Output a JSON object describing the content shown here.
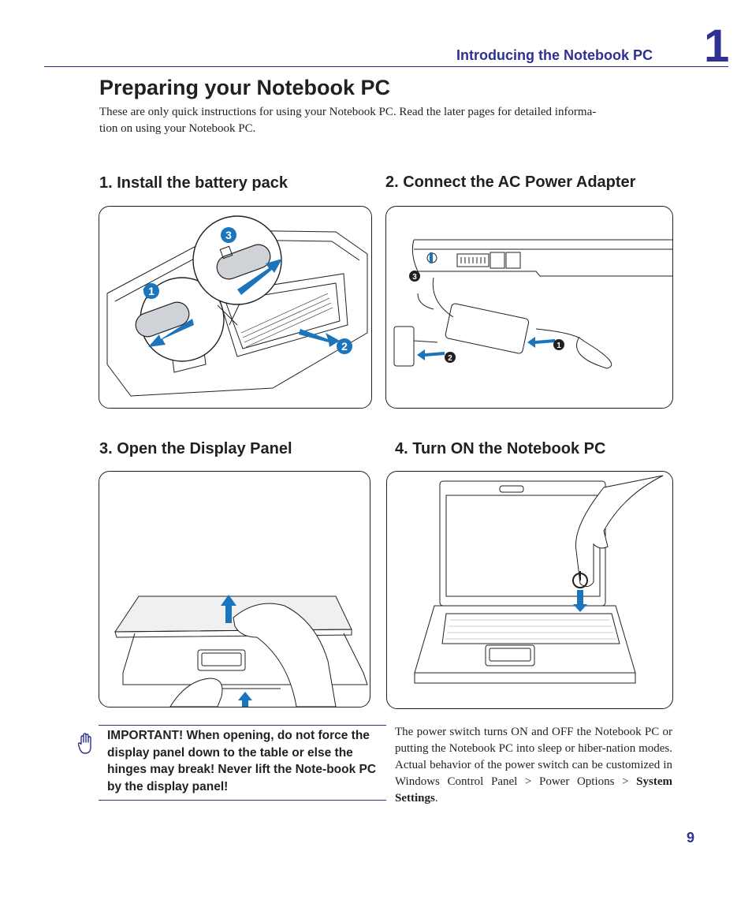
{
  "header": {
    "chapter_title": "Introducing the Notebook PC",
    "chapter_number": "1"
  },
  "page_title": "Preparing your Notebook PC",
  "intro": {
    "line1": "These are only quick instructions for using your Notebook PC. Read the later pages for detailed informa-",
    "line2": "tion on using your Notebook PC."
  },
  "steps": [
    {
      "title": "1. Install the battery pack",
      "callouts": [
        "1",
        "2",
        "3"
      ]
    },
    {
      "title": "2. Connect the AC Power Adapter",
      "callouts": [
        "1",
        "2",
        "3"
      ]
    },
    {
      "title": "3. Open the Display Panel"
    },
    {
      "title": "4. Turn ON the Notebook PC"
    }
  ],
  "important_note": {
    "icon": "raised-hand-icon",
    "text": "IMPORTANT!  When opening, do not force the display panel down to the table or else the hinges may break! Never lift the Note-book PC by the display panel!"
  },
  "power_note": {
    "text_before": "The power switch turns ON and OFF the Notebook PC or putting the Notebook PC into sleep or hiber-nation modes. Actual behavior of the power switch can be customized in Windows Control Panel > Power Options > ",
    "bold": "System Settings",
    "text_after": "."
  },
  "page_number": "9",
  "colors": {
    "accent": "#2e3192",
    "arrow": "#1a75bc",
    "text": "#231f20"
  }
}
